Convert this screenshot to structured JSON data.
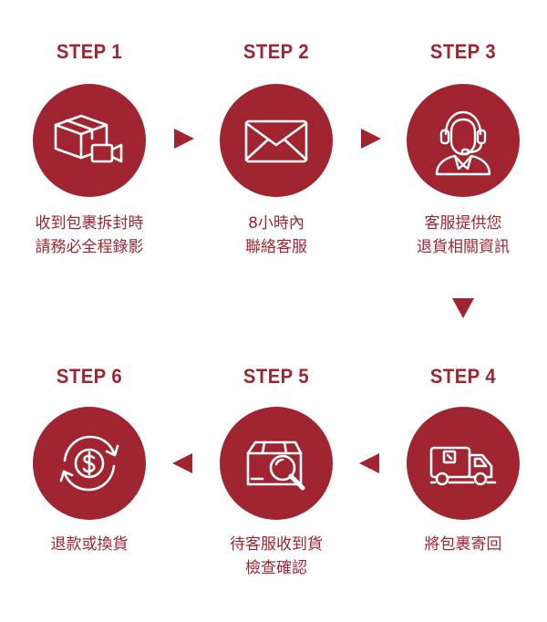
{
  "colors": {
    "accent": "#a02530",
    "icon_stroke": "#ffffff"
  },
  "steps": [
    {
      "title": "STEP 1",
      "icon": "package-video-icon",
      "desc": "收到包裹拆封時\n請務必全程錄影"
    },
    {
      "title": "STEP 2",
      "icon": "envelope-icon",
      "desc": "8小時內\n聯絡客服"
    },
    {
      "title": "STEP 3",
      "icon": "headset-agent-icon",
      "desc": "客服提供您\n退貨相關資訊"
    },
    {
      "title": "STEP 4",
      "icon": "delivery-truck-icon",
      "desc": "將包裹寄回"
    },
    {
      "title": "STEP 5",
      "icon": "box-inspect-icon",
      "desc": "待客服收到貨\n檢查確認"
    },
    {
      "title": "STEP 6",
      "icon": "refund-exchange-icon",
      "desc": "退款或換貨"
    }
  ]
}
